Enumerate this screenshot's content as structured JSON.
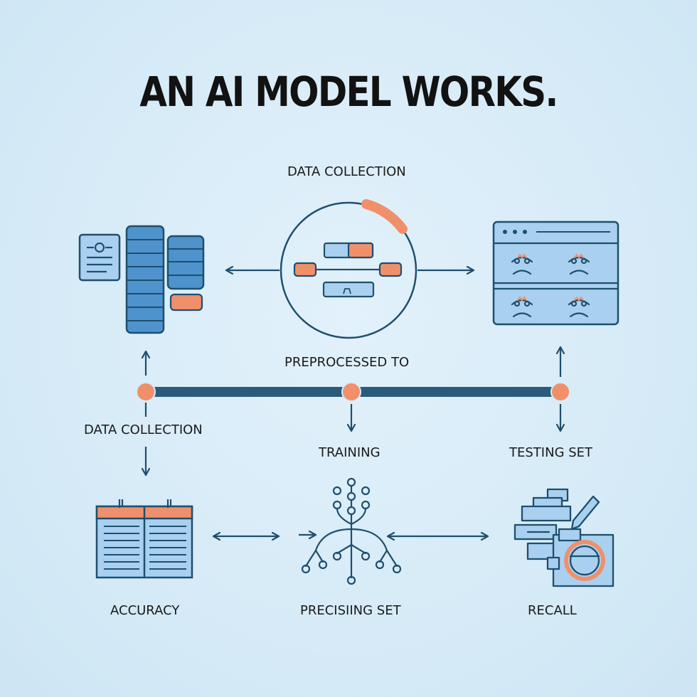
{
  "title": "AN AI MODEL WORKS.",
  "labels": {
    "data_collection_top": "DATA COLLECTION",
    "preprocessed_to": "PREPROCESSED TO",
    "data_collection_left": "DATA COLLECTION",
    "training": "TRAINING",
    "testing_set": "TESTING SET",
    "accuracy": "ACCURACY",
    "precisiing_set": "PRECISIING SET",
    "recall": "RECALL"
  },
  "colors": {
    "background": "#d6ebf7",
    "line": "#1f4f6e",
    "timeline": "#2a5b7c",
    "accent": "#f0906a",
    "blue_fill": "#4f93cc",
    "light_fill": "#a9d1ef"
  },
  "icons": {
    "database": "database-icon",
    "data_circle": "data-flow-circle-icon",
    "dashboard": "dashboard-icon",
    "spreadsheet": "spreadsheet-icon",
    "neural_tree": "neural-tree-icon",
    "tools": "tools-icon"
  }
}
